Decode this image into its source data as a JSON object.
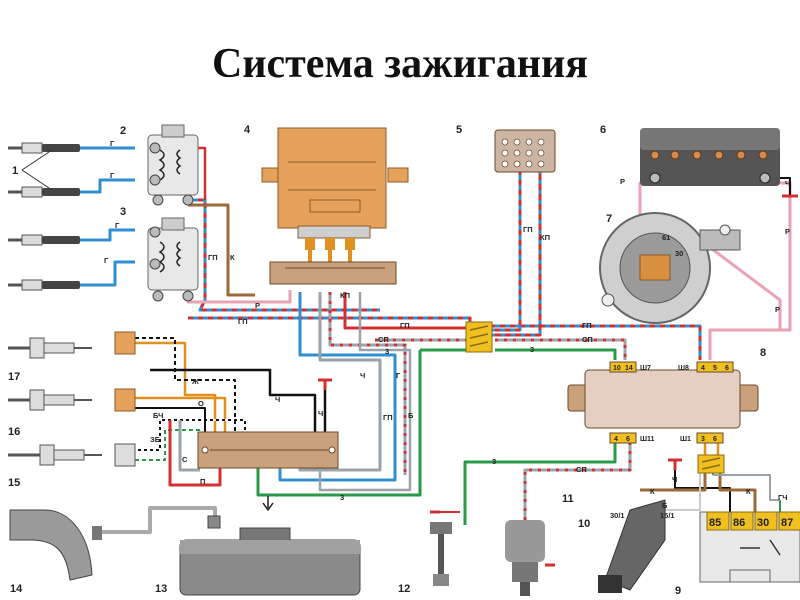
{
  "title": "Система зажигания",
  "callouts": {
    "c1": "1",
    "c2": "2",
    "c3": "3",
    "c4": "4",
    "c5": "5",
    "c6": "6",
    "c7": "7",
    "c8": "8",
    "c9": "9",
    "c10": "10",
    "c11": "11",
    "c12": "12",
    "c13": "13",
    "c14": "14",
    "c15": "15",
    "c16": "16",
    "c17": "17"
  },
  "wire_labels": {
    "g1": "Г",
    "g2": "Г",
    "g3": "Г",
    "g4": "Г",
    "gp_coil": "ГП",
    "k_coil": "К",
    "r1": "Р",
    "gp1": "ГП",
    "gp_5": "ГП",
    "kp_5": "КП",
    "kp_4": "КП",
    "r_6": "Р",
    "ch_6": "Ч",
    "b61": "61",
    "b30": "30",
    "r_7": "Р",
    "r_7b": "Р",
    "gp_bus": "ГП",
    "sp_bus": "СП",
    "z_bus": "3",
    "sp_mid": "СП",
    "z_mid": "3",
    "zh": "Ж",
    "o": "О",
    "ch_mid": "Ч",
    "ch_mid2": "Ч",
    "bch": "БЧ",
    "zb": "ЗБ",
    "s": "С",
    "p": "П",
    "z_bot": "3",
    "g_mid": "Г",
    "gp_mid": "ГП",
    "b_mid": "Б",
    "z_low": "3",
    "sp_low": "СП",
    "ch_low": "Ч",
    "b_low": "Б",
    "k_low": "К",
    "k_low2": "К",
    "gch": "ГЧ",
    "pin301": "30/1",
    "pin151": "15/1"
  },
  "connector8": {
    "top_left": [
      "10",
      "14"
    ],
    "top_right": [
      "4",
      "5",
      "6"
    ],
    "bottom_left": [
      "4",
      "6"
    ],
    "bottom_right": [
      "3",
      "6"
    ],
    "labels": {
      "sh7": "Ш7",
      "sh8": "Ш8",
      "sh11": "Ш11",
      "sh1": "Ш1"
    }
  },
  "relay9_pins": [
    "85",
    "86",
    "30",
    "87"
  ],
  "colors": {
    "blue": "#2f8fd0",
    "red": "#d23030",
    "green": "#2a9a4a",
    "pink": "#e9a3b5",
    "brown": "#9a6a3a",
    "orange": "#e0901c",
    "yellow": "#f0c020",
    "black": "#111111",
    "grey": "#9aa2aa"
  }
}
